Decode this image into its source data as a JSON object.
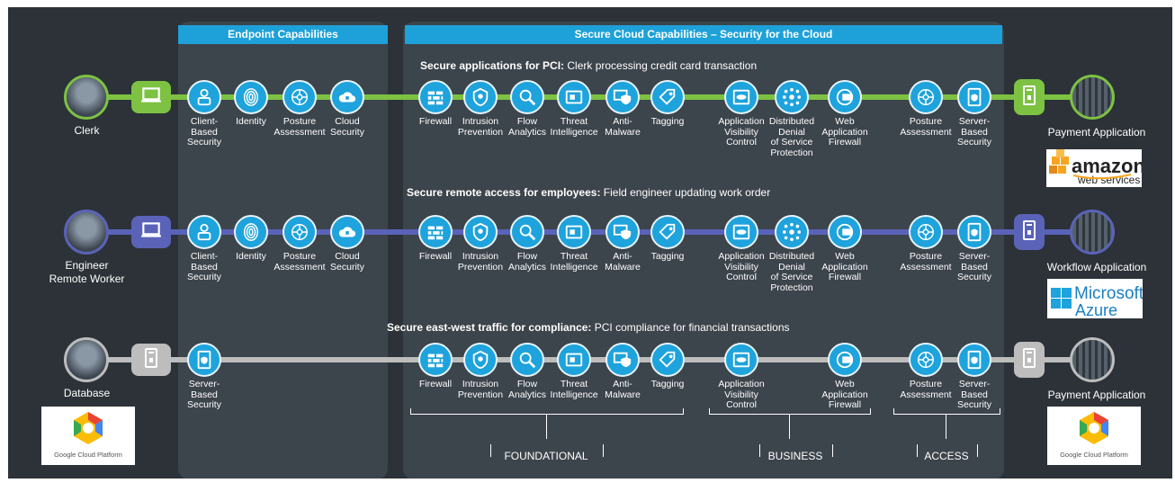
{
  "banners": {
    "endpoint": "Endpoint Capabilities",
    "cloud": "Secure Cloud Capabilities – Security for the Cloud"
  },
  "rows": [
    {
      "heading_bold": "Secure applications for PCI:",
      "heading_text": " Clerk processing credit card transaction",
      "color": "#7dc242",
      "left_actor": "Clerk",
      "right_actor": "Payment Application",
      "left_device": "laptop-icon",
      "right_device": "server-icon",
      "logo": "amazon web services"
    },
    {
      "heading_bold": "Secure remote access for employees:",
      "heading_text": " Field engineer updating work order",
      "color": "#5a63b8",
      "left_actor": "Engineer\nRemote Worker",
      "right_actor": "Workflow Application",
      "left_device": "laptop-icon",
      "right_device": "server-icon",
      "logo": "Microsoft Azure"
    },
    {
      "heading_bold": "Secure east-west traffic for compliance:",
      "heading_text": " PCI compliance for financial transactions",
      "color": "#bdbdbd",
      "left_actor": "Database",
      "right_actor": "Payment Application",
      "left_device": "server-icon",
      "right_device": "server-icon",
      "logo": "Google Cloud Platform"
    }
  ],
  "capabilities": {
    "client_security": {
      "label": "Client-\nBased\nSecurity",
      "icon": "client-security-icon"
    },
    "identity": {
      "label": "Identity",
      "icon": "fingerprint-icon"
    },
    "posture": {
      "label": "Posture\nAssessment",
      "icon": "posture-assessment-icon"
    },
    "cloud_security": {
      "label": "Cloud\nSecurity",
      "icon": "cloud-security-icon"
    },
    "firewall": {
      "label": "Firewall",
      "icon": "firewall-icon"
    },
    "intrusion": {
      "label": "Intrusion\nPrevention",
      "icon": "intrusion-prevention-icon"
    },
    "flow": {
      "label": "Flow\nAnalytics",
      "icon": "flow-analytics-icon"
    },
    "threat": {
      "label": "Threat\nIntelligence",
      "icon": "threat-intelligence-icon"
    },
    "antimalware": {
      "label": "Anti-\nMalware",
      "icon": "anti-malware-icon"
    },
    "tagging": {
      "label": "Tagging",
      "icon": "tagging-icon"
    },
    "avc": {
      "label": "Application\nVisibility\nControl",
      "icon": "application-visibility-icon"
    },
    "ddos": {
      "label": "Distributed\nDenial\nof Service\nProtection",
      "icon": "ddos-protection-icon"
    },
    "waf": {
      "label": "Web\nApplication\nFirewall",
      "icon": "web-application-firewall-icon"
    },
    "server_security": {
      "label": "Server-\nBased\nSecurity",
      "icon": "server-security-icon"
    }
  },
  "groups": {
    "foundational": "FOUNDATIONAL",
    "business": "BUSINESS",
    "access": "ACCESS"
  },
  "logos": {
    "aws_top": "amazon",
    "aws_bottom": "web services",
    "azure_top": "Microsoft",
    "azure_bottom": "Azure",
    "gcp": "Google Cloud Platform"
  }
}
